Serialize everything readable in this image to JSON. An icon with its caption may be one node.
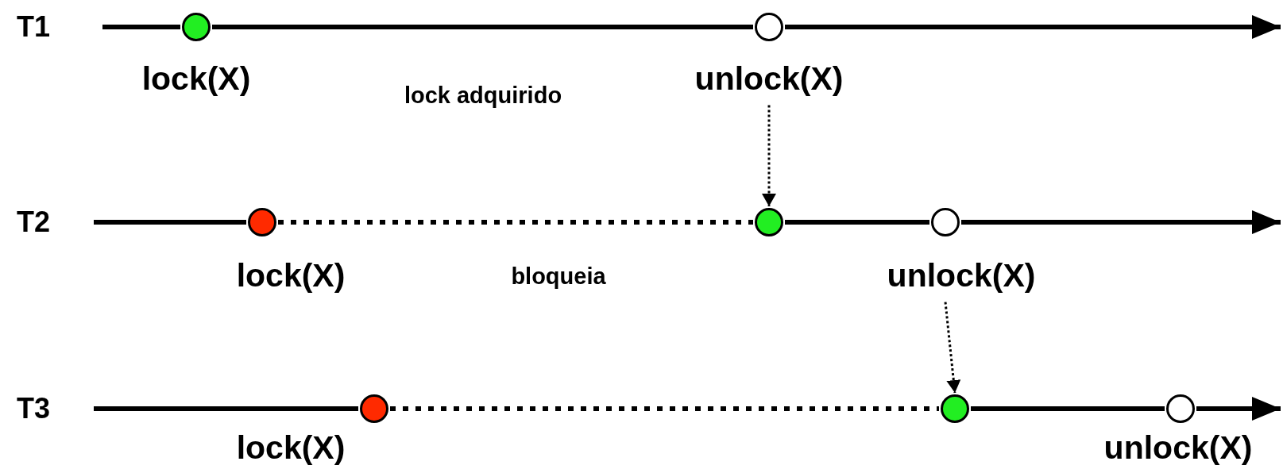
{
  "diagram": {
    "nodes": [
      {
        "text": [],
        "shape": "circle",
        "beside": [
          "lock(X)"
        ]
      },
      {
        "text": [],
        "shape": "circle",
        "beside": [
          "unlock(X)"
        ]
      },
      {
        "text": [],
        "shape": "circle",
        "beside": [
          "lock(X)"
        ]
      },
      {
        "text": [],
        "shape": "circle"
      },
      {
        "text": [],
        "shape": "circle",
        "beside": [
          "unlock(X)"
        ]
      },
      {
        "text": [],
        "shape": "circle",
        "beside": [
          "lock(X)"
        ]
      },
      {
        "text": [],
        "shape": "circle"
      },
      {
        "text": [],
        "shape": "circle",
        "beside": [
          "unlock(X)"
        ]
      }
    ],
    "edges": [
      {
        "from": null,
        "to": 0,
        "arrow": "none"
      },
      {
        "from": 0,
        "to": 1,
        "arrow": "none",
        "label": "lock adquirido"
      },
      {
        "from": 1,
        "to": null,
        "arrow": "to"
      },
      {
        "from": null,
        "to": 2,
        "arrow": "none"
      },
      {
        "from": 2,
        "to": 3,
        "arrow": "none",
        "style": "dashed",
        "label": "bloqueia"
      },
      {
        "from": 3,
        "to": 4,
        "arrow": "none"
      },
      {
        "from": 4,
        "to": null,
        "arrow": "to"
      },
      {
        "from": null,
        "to": 5,
        "arrow": "none"
      },
      {
        "from": 5,
        "to": 6,
        "arrow": "none",
        "style": "dashed"
      },
      {
        "from": 6,
        "to": 7,
        "arrow": "none"
      },
      {
        "from": 7,
        "to": null,
        "arrow": "to"
      },
      {
        "from": 1,
        "to": 3,
        "arrow": "to",
        "style": "dashed"
      },
      {
        "from": 4,
        "to": 6,
        "arrow": "to",
        "style": "dashed"
      }
    ],
    "labels": [
      "T1",
      "T2",
      "T3"
    ]
  }
}
